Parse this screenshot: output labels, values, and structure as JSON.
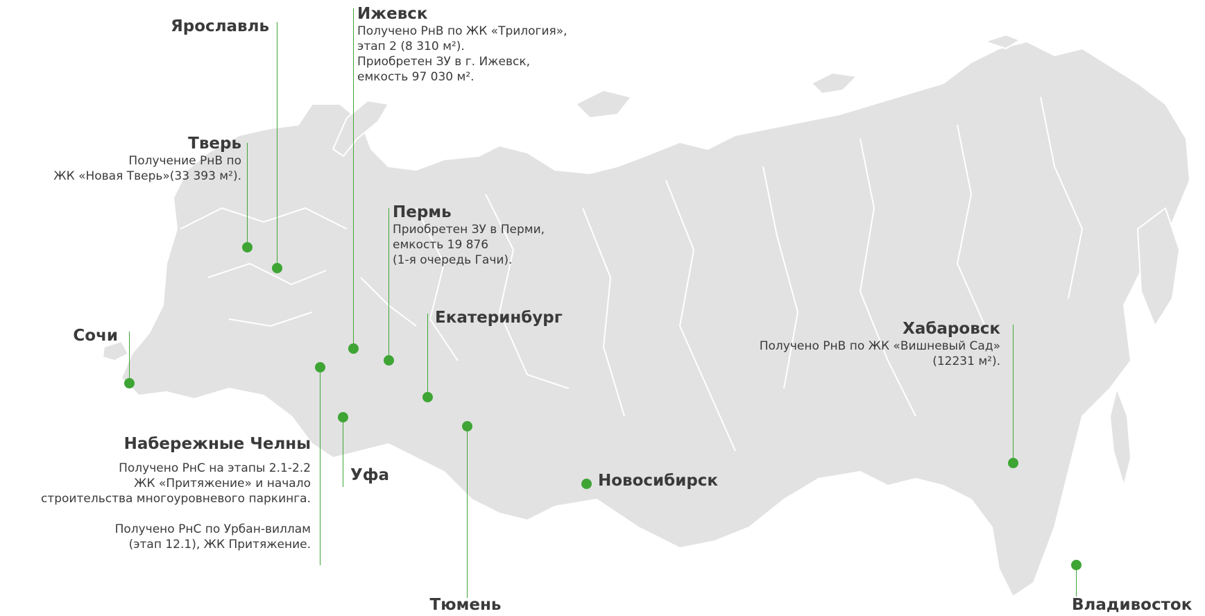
{
  "colors": {
    "land": "#e2e2e2",
    "border": "#ffffff",
    "accent": "#3ea535",
    "text": "#3a3a3a"
  },
  "cities": {
    "yaroslavl": {
      "name": "Ярославль"
    },
    "izhevsk": {
      "name": "Ижевск",
      "notes": [
        "Получено РнВ по ЖК «Трилогия»,",
        "этап 2 (8 310 м²).",
        "Приобретен ЗУ в г. Ижевск,",
        "емкость 97 030 м²."
      ]
    },
    "tver": {
      "name": "Тверь",
      "notes": [
        "Получение РнВ по",
        "ЖК «Новая Тверь»(33 393 м²)."
      ]
    },
    "perm": {
      "name": "Пермь",
      "notes": [
        "Приобретен ЗУ в Перми,",
        "емкость 19 876",
        "(1-я очередь Гачи)."
      ]
    },
    "ekb": {
      "name": "Екатеринбург"
    },
    "sochi": {
      "name": "Сочи"
    },
    "khabarovsk": {
      "name": "Хабаровск",
      "notes": [
        "Получено РнВ по ЖК «Вишневый Сад»",
        "(12231 м²)."
      ]
    },
    "chelny": {
      "name": "Набережные Челны",
      "notes": [
        "Получено РнС на этапы 2.1-2.2",
        "ЖК «Притяжение» и начало",
        "строительства многоуровневого паркинга."
      ],
      "notes2": [
        "Получено РнС по Урбан-виллам",
        "(этап 12.1), ЖК Притяжение."
      ]
    },
    "ufa": {
      "name": "Уфа"
    },
    "novosib": {
      "name": "Новосибирск"
    },
    "tyumen": {
      "name": "Тюмень"
    },
    "vladivostok": {
      "name": "Владивосток"
    }
  }
}
